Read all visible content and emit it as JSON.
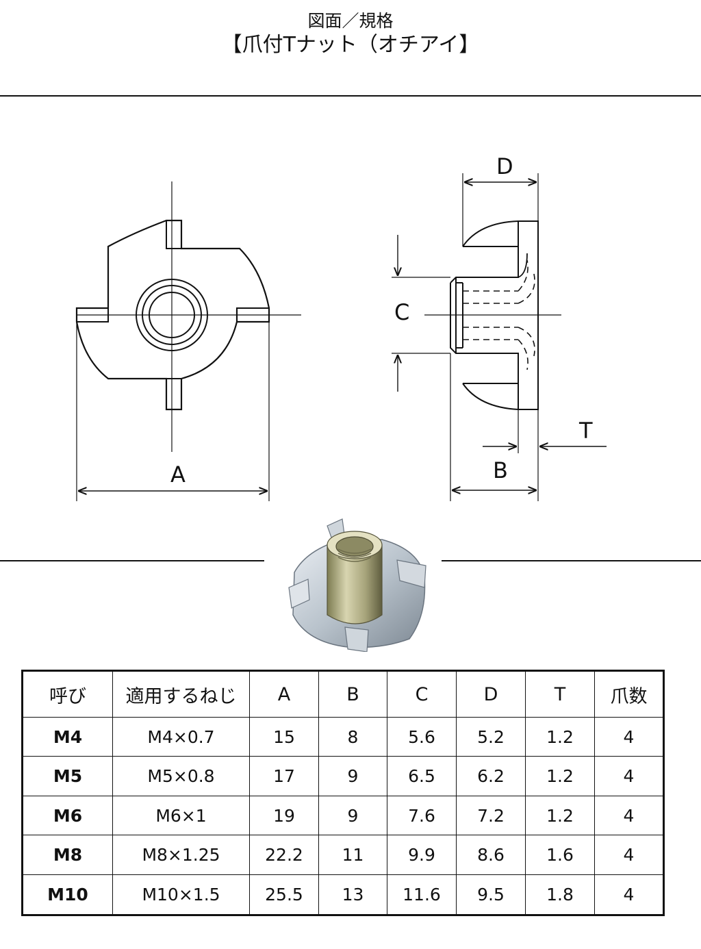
{
  "header": {
    "subtitle": "図面／規格",
    "title": "【爪付Tナット（オチアイ】"
  },
  "drawing": {
    "labels": {
      "a": "A",
      "b": "B",
      "c": "C",
      "d": "D",
      "t": "T"
    }
  },
  "table": {
    "headers": [
      "呼び",
      "適用するねじ",
      "A",
      "B",
      "C",
      "D",
      "T",
      "爪数"
    ],
    "rows": [
      [
        "M4",
        "M4×0.7",
        "15",
        "8",
        "5.6",
        "5.2",
        "1.2",
        "4"
      ],
      [
        "M5",
        "M5×0.8",
        "17",
        "9",
        "6.5",
        "6.2",
        "1.2",
        "4"
      ],
      [
        "M6",
        "M6×1",
        "19",
        "9",
        "7.6",
        "7.2",
        "1.2",
        "4"
      ],
      [
        "M8",
        "M8×1.25",
        "22.2",
        "11",
        "9.9",
        "8.6",
        "1.6",
        "4"
      ],
      [
        "M10",
        "M10×1.5",
        "25.5",
        "13",
        "11.6",
        "9.5",
        "1.8",
        "4"
      ]
    ]
  }
}
